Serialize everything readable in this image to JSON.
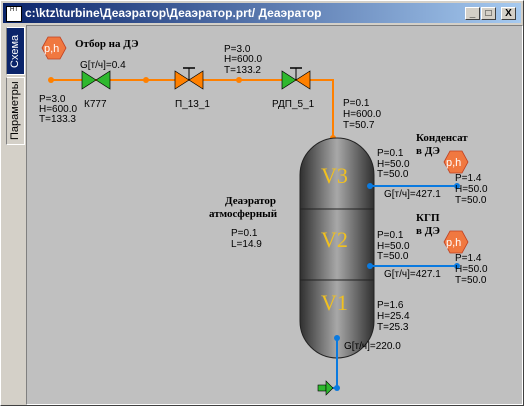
{
  "window": {
    "title": "c:\\ktz\\turbine\\Деаэратор\\Деаэратор.prt/ Деаэратор",
    "icon_label": "НТ",
    "buttons": {
      "minimize": "_",
      "maximize": "□",
      "close": "X"
    }
  },
  "tabs": [
    {
      "label": "Схема",
      "active": true
    },
    {
      "label": "Параметры",
      "active": false
    }
  ],
  "colors": {
    "steam_line": "#ff8000",
    "water_line": "#0a7ae0",
    "vessel": "#555555",
    "hex_badge": "#f07840",
    "zone_label": "#f0c020"
  },
  "diagram": {
    "source_badge": "p,h",
    "source_title": "Отбор на ДЭ",
    "source_params": [
      "P=3.0",
      "H=600.0",
      "T=133.3"
    ],
    "flow_label": "G[т/ч]=0.4",
    "valve1": "К777",
    "valve2": "П_13_1",
    "valve3": "РДП_5_1",
    "mid_params": [
      "P=3.0",
      "H=600.0",
      "T=133.2"
    ],
    "inlet_params": [
      "P=0.1",
      "H=600.0",
      "T=50.7"
    ],
    "deaerator_name": [
      "Деаэратор",
      "атмосферный"
    ],
    "deaerator_params": [
      "P=0.1",
      "L=14.9"
    ],
    "zones": [
      "V3",
      "V2",
      "V1"
    ],
    "v3_params": [
      "P=0.1",
      "H=50.0",
      "T=50.0"
    ],
    "v2_params": [
      "P=0.1",
      "H=50.0",
      "T=50.0"
    ],
    "v1_params": [
      "P=1.6",
      "H=25.4",
      "T=25.3"
    ],
    "condensate_title": [
      "Конденсат",
      "в ДЭ"
    ],
    "condensate_badge": "p,h",
    "condensate_flow": "G[т/ч]=427.1",
    "condensate_params": [
      "P=1.4",
      "H=50.0",
      "T=50.0"
    ],
    "kgp_title": [
      "КГП",
      "в ДЭ"
    ],
    "kgp_badge": "p,h",
    "kgp_flow": "G[т/ч]=427.1",
    "kgp_params": [
      "P=1.4",
      "H=50.0",
      "T=50.0"
    ],
    "outlet_flow": "G[т/ч]=220.0"
  }
}
